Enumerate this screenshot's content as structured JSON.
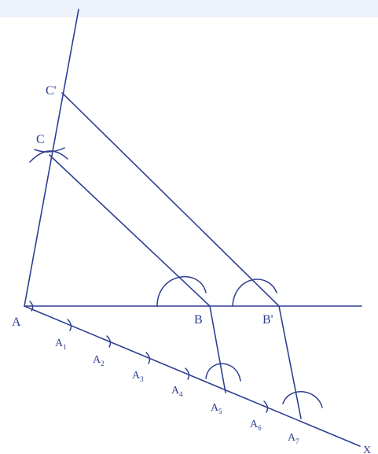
{
  "diagram": {
    "points": {
      "A": "A",
      "B": "B",
      "C": "C",
      "B_prime": "B'",
      "C_prime": "C'",
      "ray_end": "X"
    },
    "divisions": [
      {
        "base": "A",
        "sub": "1"
      },
      {
        "base": "A",
        "sub": "2"
      },
      {
        "base": "A",
        "sub": "3"
      },
      {
        "base": "A",
        "sub": "4"
      },
      {
        "base": "A",
        "sub": "5"
      },
      {
        "base": "A",
        "sub": "6"
      },
      {
        "base": "A",
        "sub": "7"
      }
    ],
    "colors": {
      "line": "#2e3f92",
      "background": "#ffffff",
      "top_strip": "#eef2fb"
    }
  }
}
